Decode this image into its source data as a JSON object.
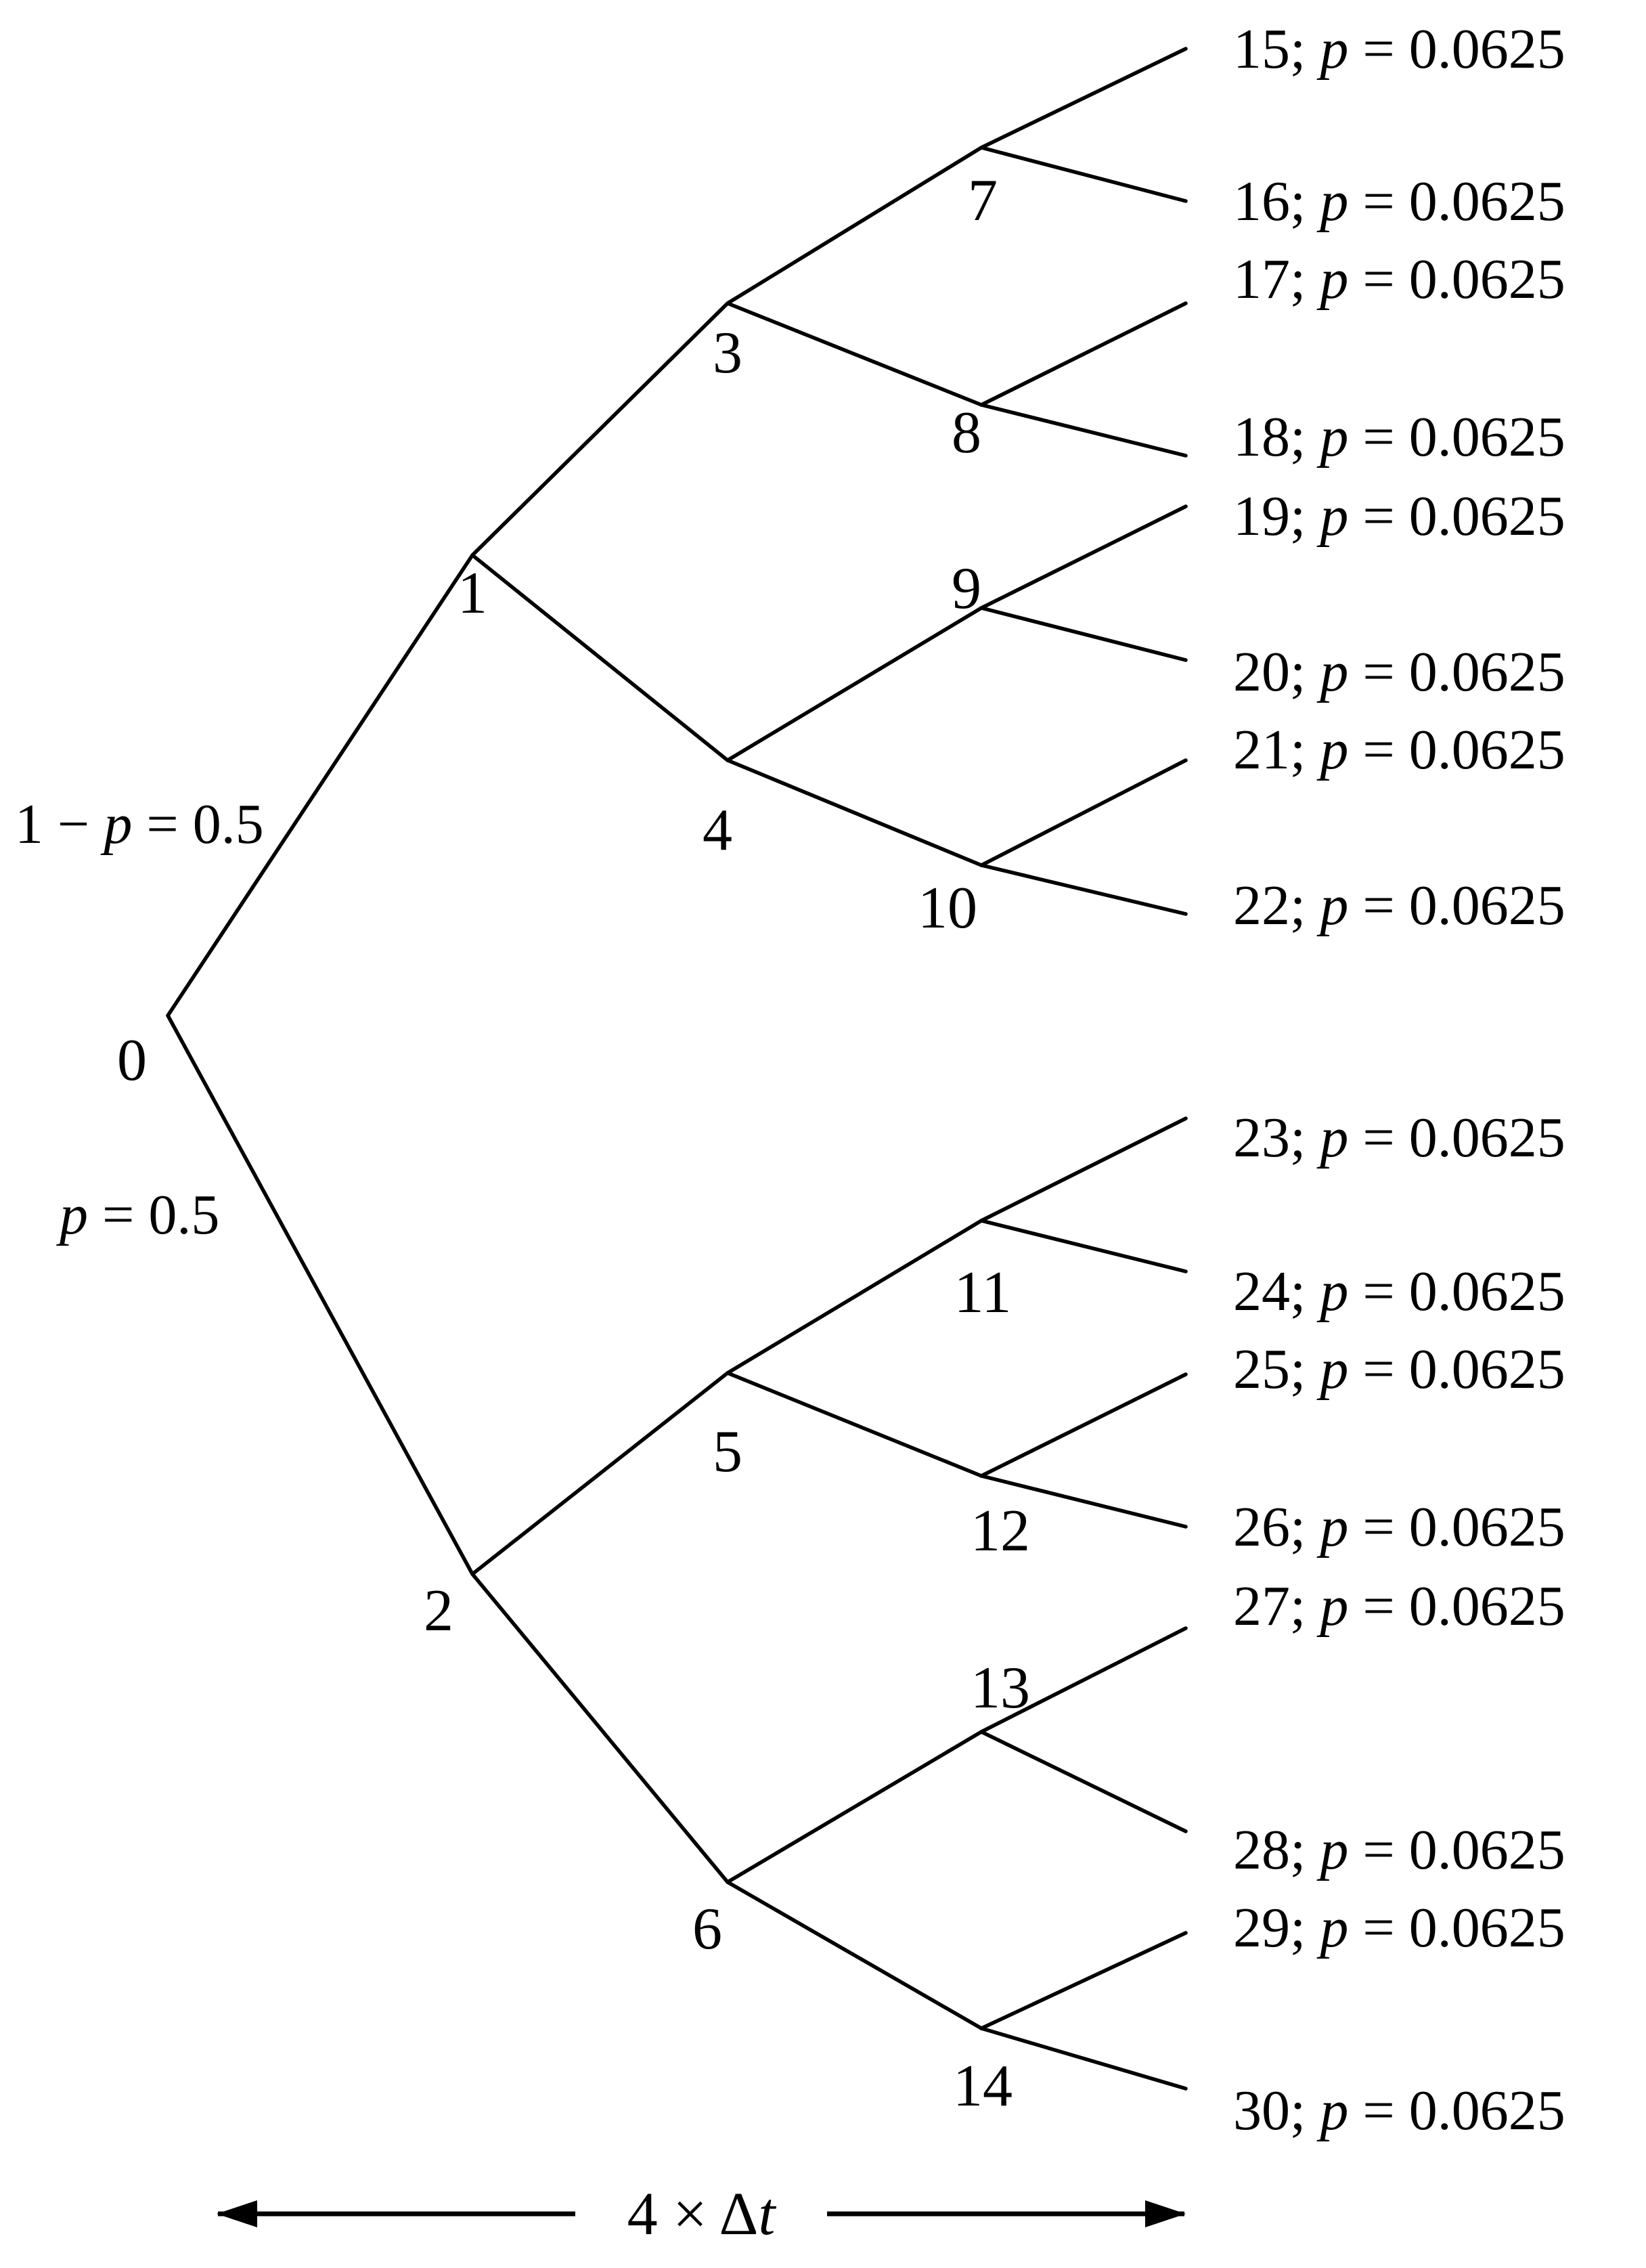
{
  "diagram": {
    "nodes": [
      {
        "id": "0",
        "label": "0"
      },
      {
        "id": "1",
        "label": "1"
      },
      {
        "id": "2",
        "label": "2"
      },
      {
        "id": "3",
        "label": "3"
      },
      {
        "id": "4",
        "label": "4"
      },
      {
        "id": "5",
        "label": "5"
      },
      {
        "id": "6",
        "label": "6"
      },
      {
        "id": "7",
        "label": "7"
      },
      {
        "id": "8",
        "label": "8"
      },
      {
        "id": "9",
        "label": "9"
      },
      {
        "id": "10",
        "label": "10"
      },
      {
        "id": "11",
        "label": "11"
      },
      {
        "id": "12",
        "label": "12"
      },
      {
        "id": "13",
        "label": "13"
      },
      {
        "id": "14",
        "label": "14"
      }
    ],
    "edges": [
      [
        "0",
        "1"
      ],
      [
        "0",
        "2"
      ],
      [
        "1",
        "3"
      ],
      [
        "1",
        "4"
      ],
      [
        "2",
        "5"
      ],
      [
        "2",
        "6"
      ],
      [
        "3",
        "7"
      ],
      [
        "3",
        "8"
      ],
      [
        "4",
        "9"
      ],
      [
        "4",
        "10"
      ],
      [
        "5",
        "11"
      ],
      [
        "5",
        "12"
      ],
      [
        "6",
        "13"
      ],
      [
        "6",
        "14"
      ],
      [
        "7",
        "15"
      ],
      [
        "7",
        "16"
      ],
      [
        "8",
        "17"
      ],
      [
        "8",
        "18"
      ],
      [
        "9",
        "19"
      ],
      [
        "9",
        "20"
      ],
      [
        "10",
        "21"
      ],
      [
        "10",
        "22"
      ],
      [
        "11",
        "23"
      ],
      [
        "11",
        "24"
      ],
      [
        "12",
        "25"
      ],
      [
        "12",
        "26"
      ],
      [
        "13",
        "27"
      ],
      [
        "13",
        "28"
      ],
      [
        "14",
        "29"
      ],
      [
        "14",
        "30"
      ]
    ],
    "leaves": [
      {
        "id": "15",
        "num": "15",
        "sep": "; ",
        "var": "p",
        "eq": " = ",
        "val": "0.0625"
      },
      {
        "id": "16",
        "num": "16",
        "sep": "; ",
        "var": "p",
        "eq": " = ",
        "val": "0.0625"
      },
      {
        "id": "17",
        "num": "17",
        "sep": "; ",
        "var": "p",
        "eq": " = ",
        "val": "0.0625"
      },
      {
        "id": "18",
        "num": "18",
        "sep": "; ",
        "var": "p",
        "eq": " = ",
        "val": "0.0625"
      },
      {
        "id": "19",
        "num": "19",
        "sep": "; ",
        "var": "p",
        "eq": " = ",
        "val": "0.0625"
      },
      {
        "id": "20",
        "num": "20",
        "sep": "; ",
        "var": "p",
        "eq": " = ",
        "val": "0.0625"
      },
      {
        "id": "21",
        "num": "21",
        "sep": "; ",
        "var": "p",
        "eq": " = ",
        "val": "0.0625"
      },
      {
        "id": "22",
        "num": "22",
        "sep": "; ",
        "var": "p",
        "eq": " = ",
        "val": "0.0625"
      },
      {
        "id": "23",
        "num": "23",
        "sep": "; ",
        "var": "p",
        "eq": " = ",
        "val": "0.0625"
      },
      {
        "id": "24",
        "num": "24",
        "sep": "; ",
        "var": "p",
        "eq": " = ",
        "val": "0.0625"
      },
      {
        "id": "25",
        "num": "25",
        "sep": "; ",
        "var": "p",
        "eq": " = ",
        "val": "0.0625"
      },
      {
        "id": "26",
        "num": "26",
        "sep": "; ",
        "var": "p",
        "eq": " = ",
        "val": "0.0625"
      },
      {
        "id": "27",
        "num": "27",
        "sep": "; ",
        "var": "p",
        "eq": " = ",
        "val": "0.0625"
      },
      {
        "id": "28",
        "num": "28",
        "sep": "; ",
        "var": "p",
        "eq": " = ",
        "val": "0.0625"
      },
      {
        "id": "29",
        "num": "29",
        "sep": "; ",
        "var": "p",
        "eq": " = ",
        "val": "0.0625"
      },
      {
        "id": "30",
        "num": "30",
        "sep": "; ",
        "var": "p",
        "eq": " = ",
        "val": "0.0625"
      }
    ],
    "branch_labels": {
      "up": {
        "prefix": "1 − ",
        "var": "p",
        "suffix": " = 0.5"
      },
      "down": {
        "var": "p",
        "suffix": " = 0.5"
      }
    },
    "time_axis": {
      "prefix": "4 × Δ",
      "var": "t"
    }
  }
}
